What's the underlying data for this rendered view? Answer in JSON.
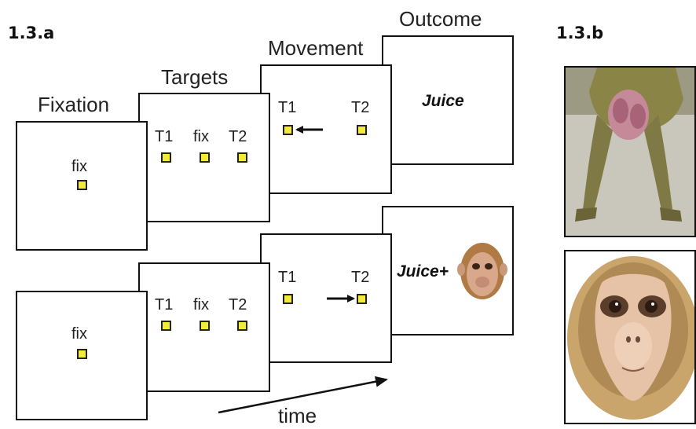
{
  "panel_a": {
    "label": "1.3.a",
    "stages": {
      "fixation": "Fixation",
      "targets": "Targets",
      "movement": "Movement",
      "outcome": "Outcome"
    },
    "labels": {
      "t1": "T1",
      "t2": "T2",
      "fix": "fix"
    },
    "outcomes": {
      "top": "Juice",
      "bottom": "Juice+"
    },
    "time_label": "time",
    "colors": {
      "target_fill": "#f3ea3a",
      "stroke": "#111111"
    }
  },
  "panel_b": {
    "label": "1.3.b",
    "images": [
      "monkey-hindquarters-photo",
      "monkey-face-photo"
    ]
  }
}
